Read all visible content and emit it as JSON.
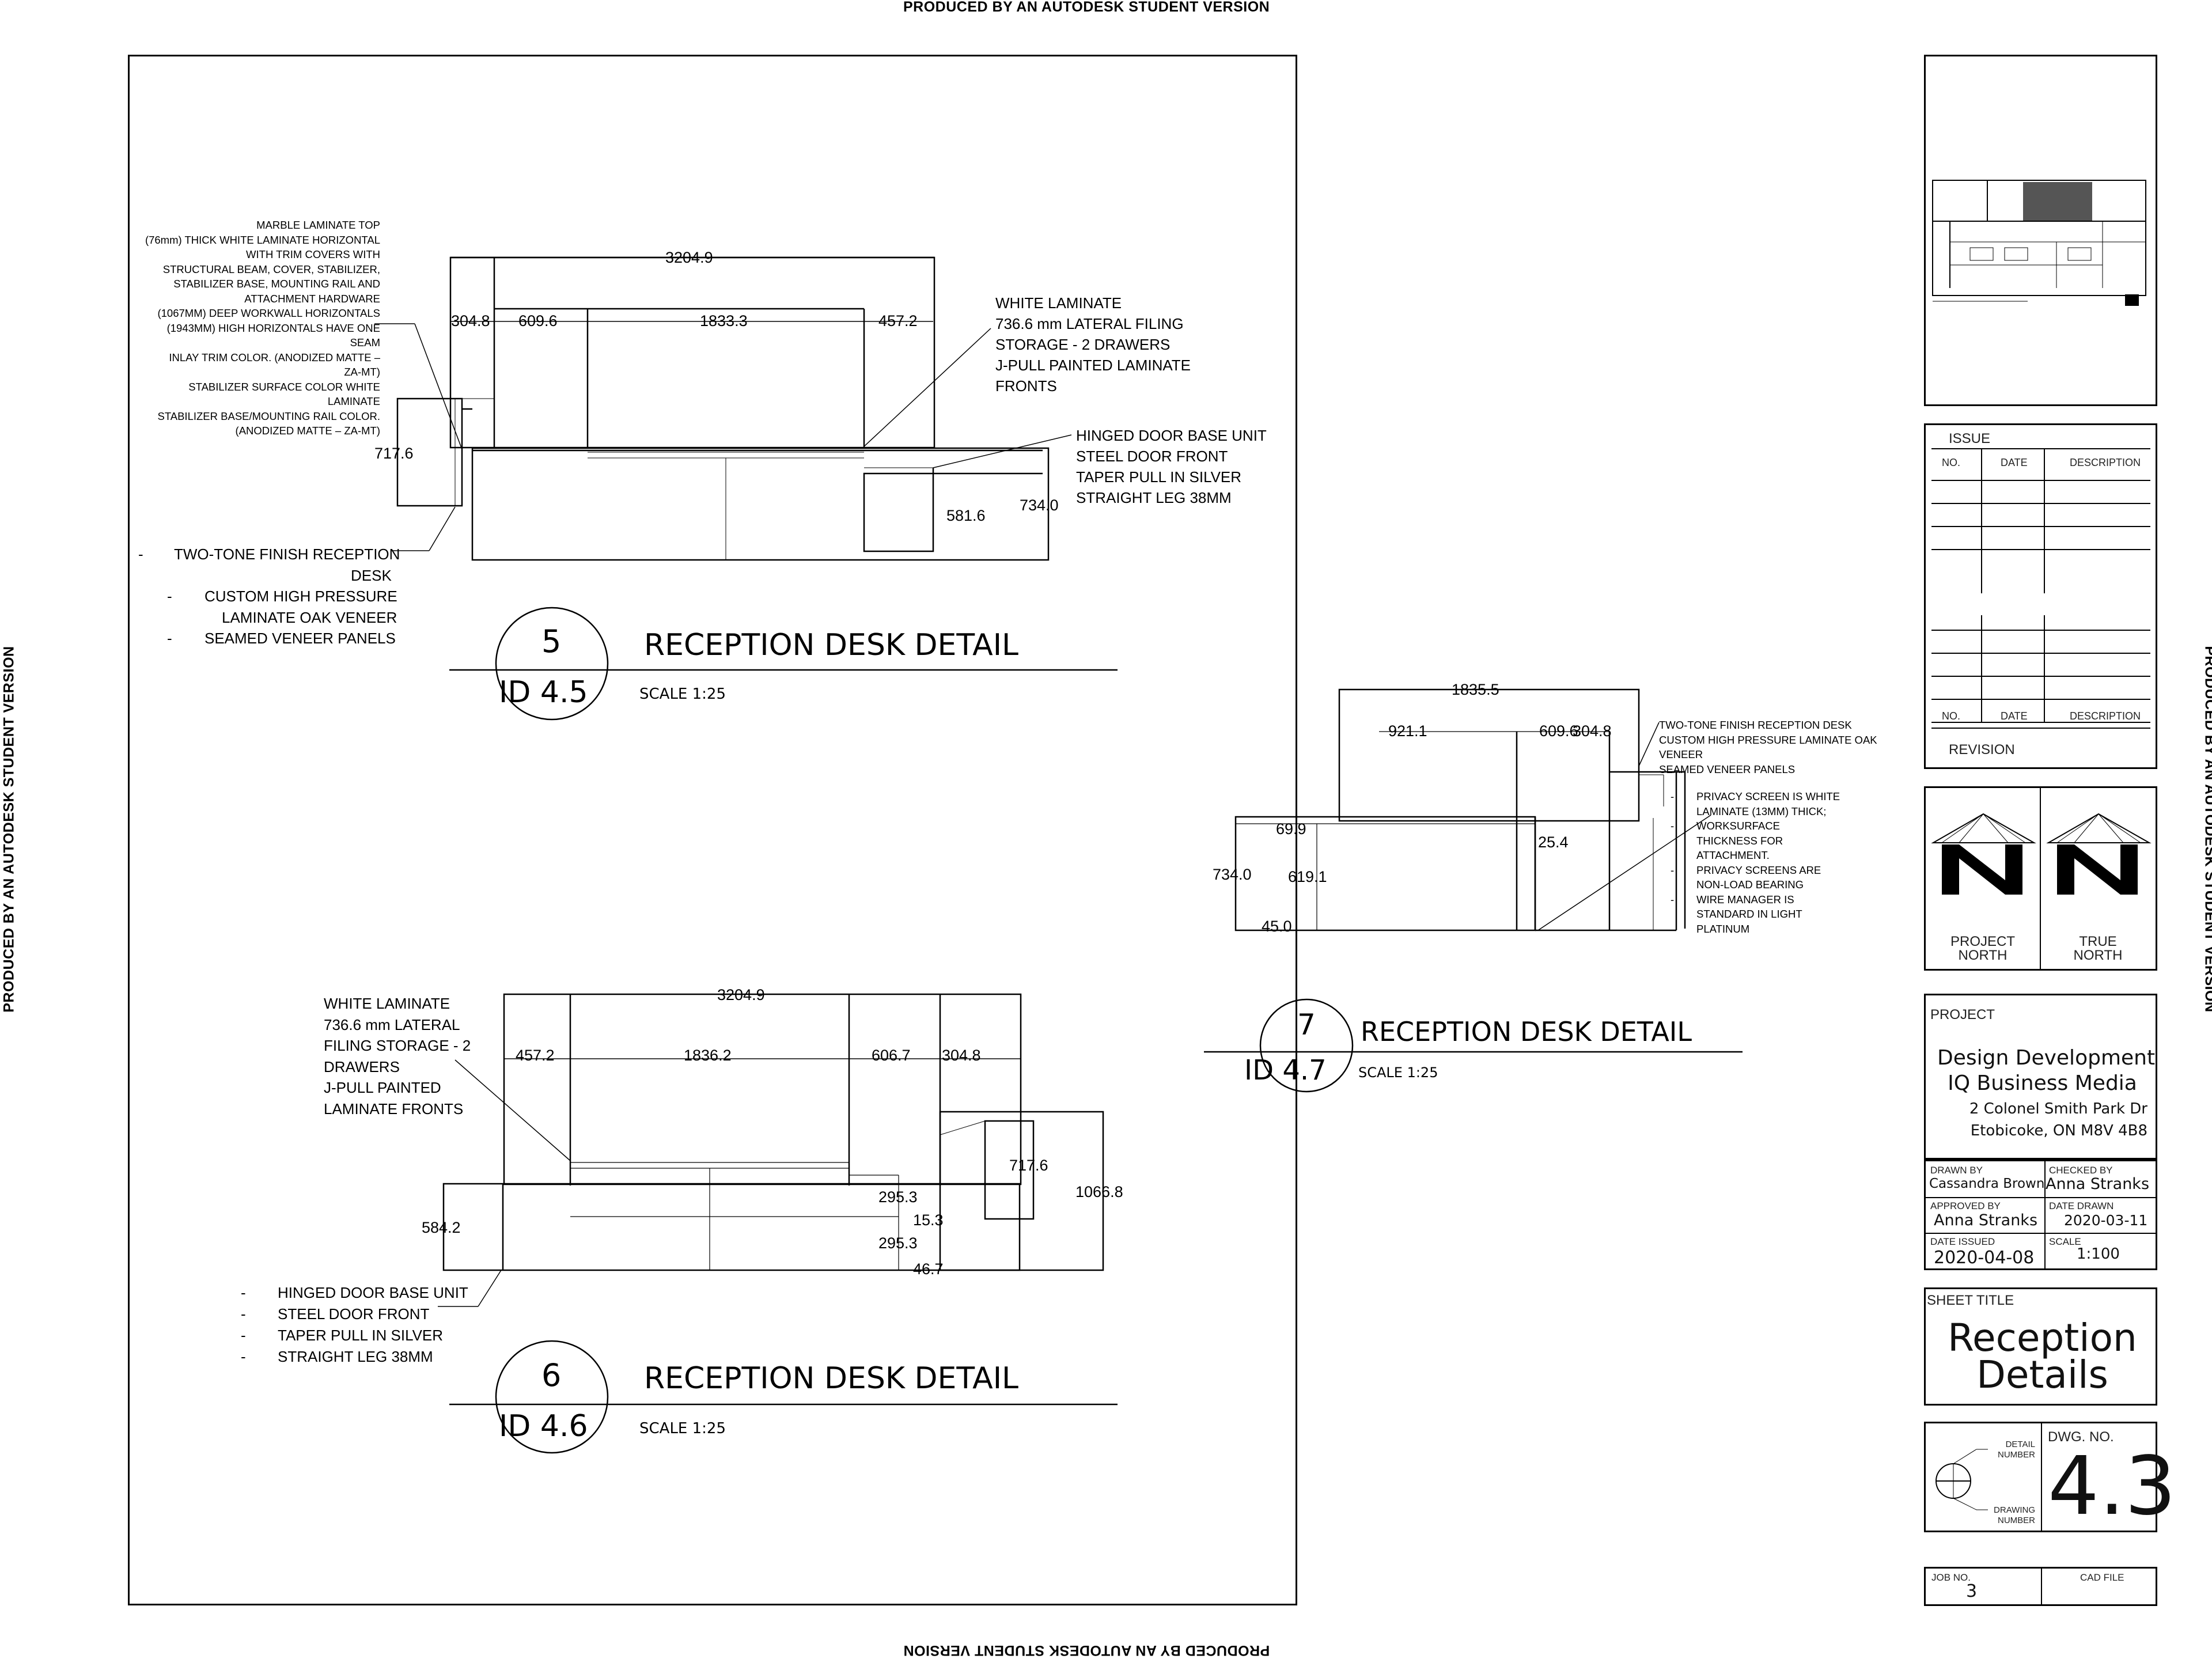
{
  "watermark": "PRODUCED BY AN AUTODESK STUDENT VERSION",
  "details": {
    "d5": {
      "number": "5",
      "ref": "ID 4.5",
      "title": "RECEPTION DESK DETAIL",
      "scale": "SCALE 1:25",
      "dims": [
        "3204.9",
        "304.8",
        "609.6",
        "1833.3",
        "457.2",
        "717.6",
        "581.6",
        "734.0"
      ],
      "notes_left": [
        "MARBLE LAMINATE TOP",
        "(76mm) THICK WHITE LAMINATE HORIZONTAL",
        "WITH TRIM COVERS WITH",
        "STRUCTURAL BEAM, COVER, STABILIZER,",
        "STABILIZER BASE, MOUNTING RAIL AND",
        "ATTACHMENT HARDWARE",
        "(1067MM) DEEP WORKWALL HORIZONTALS",
        "(1943MM) HIGH HORIZONTALS HAVE ONE",
        "SEAM",
        "INLAY TRIM COLOR. (ANODIZED MATTE –",
        "ZA-MT)",
        "STABILIZER SURFACE COLOR WHITE",
        "LAMINATE",
        "STABILIZER BASE/MOUNTING RAIL COLOR.",
        "(ANODIZED MATTE – ZA-MT)"
      ],
      "notes_bottom": [
        "TWO-TONE FINISH RECEPTION",
        "DESK",
        "CUSTOM HIGH PRESSURE",
        "LAMINATE OAK VENEER",
        "SEAMED VENEER PANELS"
      ],
      "notes_right_top": [
        "WHITE LAMINATE",
        "736.6 mm LATERAL FILING",
        "STORAGE - 2 DRAWERS",
        "J-PULL PAINTED LAMINATE",
        "FRONTS"
      ],
      "notes_right_mid": [
        "HINGED DOOR BASE UNIT",
        "STEEL DOOR FRONT",
        "TAPER PULL IN SILVER",
        "STRAIGHT LEG 38MM"
      ]
    },
    "d6": {
      "number": "6",
      "ref": "ID 4.6",
      "title": "RECEPTION DESK DETAIL",
      "scale": "SCALE 1:25",
      "dims": [
        "3204.9",
        "457.2",
        "1836.2",
        "606.7",
        "304.8",
        "717.6",
        "1066.8",
        "584.2",
        "295.3",
        "15.3",
        "295.3",
        "46.7"
      ],
      "notes_top": [
        "WHITE LAMINATE",
        "736.6 mm LATERAL",
        "FILING STORAGE - 2",
        "DRAWERS",
        "J-PULL PAINTED",
        "LAMINATE FRONTS"
      ],
      "notes_bottom": [
        "HINGED DOOR BASE UNIT",
        "STEEL DOOR FRONT",
        "TAPER PULL IN SILVER",
        "STRAIGHT LEG 38MM"
      ]
    },
    "d7": {
      "number": "7",
      "ref": "ID 4.7",
      "title": "RECEPTION DESK DETAIL",
      "scale": "SCALE 1:25",
      "dims": [
        "1835.5",
        "921.1",
        "609.6",
        "304.8",
        "69.9",
        "25.4",
        "734.0",
        "619.1",
        "45.0"
      ],
      "notes_top": [
        "TWO-TONE FINISH RECEPTION DESK",
        "CUSTOM HIGH PRESSURE LAMINATE OAK",
        "VENEER",
        "SEAMED VENEER PANELS"
      ],
      "notes_list": [
        "PRIVACY SCREEN IS WHITE",
        "LAMINATE (13MM) THICK;",
        "WORKSURFACE",
        "THICKNESS FOR",
        "ATTACHMENT.",
        "PRIVACY SCREENS ARE",
        "NON-LOAD BEARING",
        "WIRE MANAGER IS",
        "STANDARD IN LIGHT",
        "PLATINUM"
      ]
    }
  },
  "title_block": {
    "issue": "ISSUE",
    "revision": "REVISION",
    "col_no": "NO.",
    "col_date": "DATE",
    "col_desc": "DESCRIPTION",
    "project_north": [
      "PROJECT",
      "NORTH"
    ],
    "true_north": [
      "TRUE",
      "NORTH"
    ],
    "project_label": "PROJECT",
    "project_lines": [
      "Design Development",
      "IQ Business Media",
      "2 Colonel Smith Park Dr",
      "Etobicoke, ON  M8V 4B8"
    ],
    "drawn_by_label": "DRAWN BY",
    "drawn_by": "Cassandra Brown",
    "checked_by_label": "CHECKED BY",
    "checked_by": "Anna Stranks",
    "approved_by_label": "APPROVED BY",
    "approved_by": "Anna Stranks",
    "date_drawn_label": "DATE DRAWN",
    "date_drawn": "2020-03-11",
    "date_issued_label": "DATE ISSUED",
    "date_issued": "2020-04-08",
    "scale_label": "SCALE",
    "scale": "1:100",
    "sheet_title_label": "SHEET TITLE",
    "sheet_title": [
      "Reception",
      "Details"
    ],
    "dwg_no_label": "DWG. NO.",
    "detail_number_label": [
      "DETAIL",
      "NUMBER"
    ],
    "drawing_number_label": [
      "DRAWING",
      "NUMBER"
    ],
    "dwg_no": "4.3",
    "job_no_label": "JOB NO.",
    "job_no": "3",
    "cad_file_label": "CAD FILE"
  }
}
